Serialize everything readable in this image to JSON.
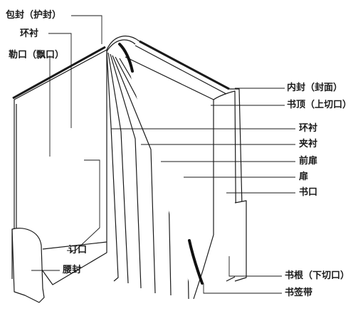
{
  "labels": {
    "wrapper": "包封（护封）",
    "endpaper_front": "环衬",
    "fore_edge_left": "勒口（飘口）",
    "inner_cover": "内封（封面）",
    "head": "书顶（上切口）",
    "endpaper": "环衬",
    "interleaf": "夹衬",
    "front_flyleaf": "前扉",
    "flyleaf": "扉",
    "fore_edge": "书口",
    "spine_edge": "订口",
    "belly_band": "腰封",
    "tail": "书根（下切口）",
    "ribbon": "书签带"
  }
}
